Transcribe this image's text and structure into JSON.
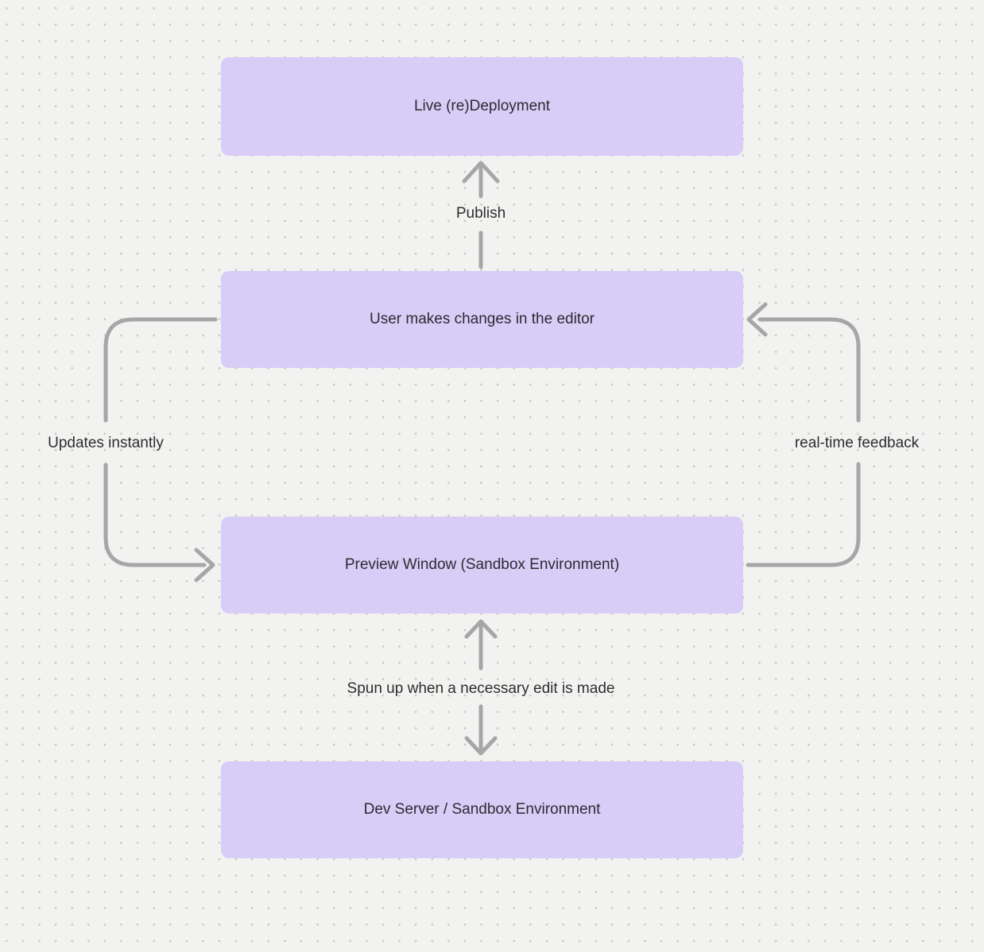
{
  "diagram": {
    "nodes": [
      {
        "id": "live-redeployment",
        "label": "Live (re)Deployment"
      },
      {
        "id": "user-editor",
        "label": "User makes changes in the editor"
      },
      {
        "id": "preview-window",
        "label": "Preview Window (Sandbox Environment)"
      },
      {
        "id": "dev-server",
        "label": "Dev Server / Sandbox Environment"
      }
    ],
    "edges": [
      {
        "id": "publish",
        "from": "user-editor",
        "to": "live-redeployment",
        "label": "Publish"
      },
      {
        "id": "updates-instantly",
        "from": "user-editor",
        "to": "preview-window",
        "label": "Updates instantly"
      },
      {
        "id": "real-time-feedback",
        "from": "preview-window",
        "to": "user-editor",
        "label": "real-time feedback"
      },
      {
        "id": "spun-up",
        "from": "dev-server",
        "to": "preview-window",
        "label": "Spun up when a necessary edit is made"
      }
    ],
    "colors": {
      "background": "#f2f2f1",
      "grid_dot": "#c6c6c6",
      "node_fill": "#d8cdf6",
      "node_text": "#2d2a33",
      "arrow": "#a6a6a6",
      "label_text": "#2e2e2e"
    }
  }
}
